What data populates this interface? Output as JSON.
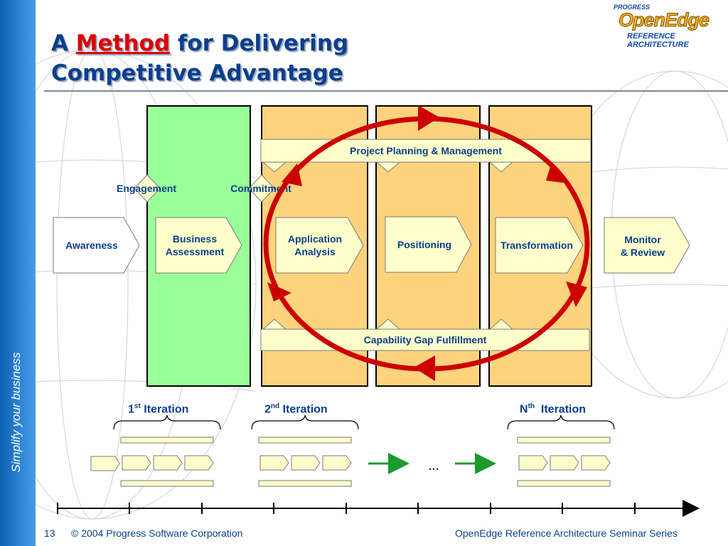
{
  "sidebar": {
    "tagline": "Simplify your business"
  },
  "header": {
    "title_part1": "A",
    "title_highlight": "Method",
    "title_part2": "for Delivering",
    "title_line2": "Competitive Advantage"
  },
  "logo": {
    "brand": "PROGRESS",
    "name": "OpenEdge",
    "subtitle": "REFERENCE ARCHITECTURE"
  },
  "diagram": {
    "bars": {
      "planning": "Project Planning & Management",
      "capability": "Capability Gap Fulfillment"
    },
    "milestones": {
      "engagement": "Engagement",
      "commitment": "Commitment"
    },
    "phases": [
      {
        "line1": "Awareness",
        "line2": ""
      },
      {
        "line1": "Business",
        "line2": "Assessment"
      },
      {
        "line1": "Application",
        "line2": "Analysis"
      },
      {
        "line1": "Positioning",
        "line2": ""
      },
      {
        "line1": "Transformation",
        "line2": ""
      },
      {
        "line1": "Monitor",
        "line2": "& Review"
      }
    ],
    "iterations": [
      {
        "num": "1",
        "sup": "st",
        "word": "Iteration"
      },
      {
        "num": "2",
        "sup": "nd",
        "word": "Iteration"
      },
      {
        "num": "N",
        "sup": "th",
        "word": "Iteration"
      }
    ],
    "ellipsis": "…"
  },
  "colors": {
    "green_column": "#99ff99",
    "orange_column": "#fdd37d",
    "phase_fill": "#ffffcc",
    "cycle_red": "#cc0000",
    "text_blue": "#0a3f8c"
  },
  "footer": {
    "page_number": "13",
    "copyright": "© 2004 Progress Software Corporation",
    "series": "OpenEdge Reference Architecture Seminar Series"
  }
}
